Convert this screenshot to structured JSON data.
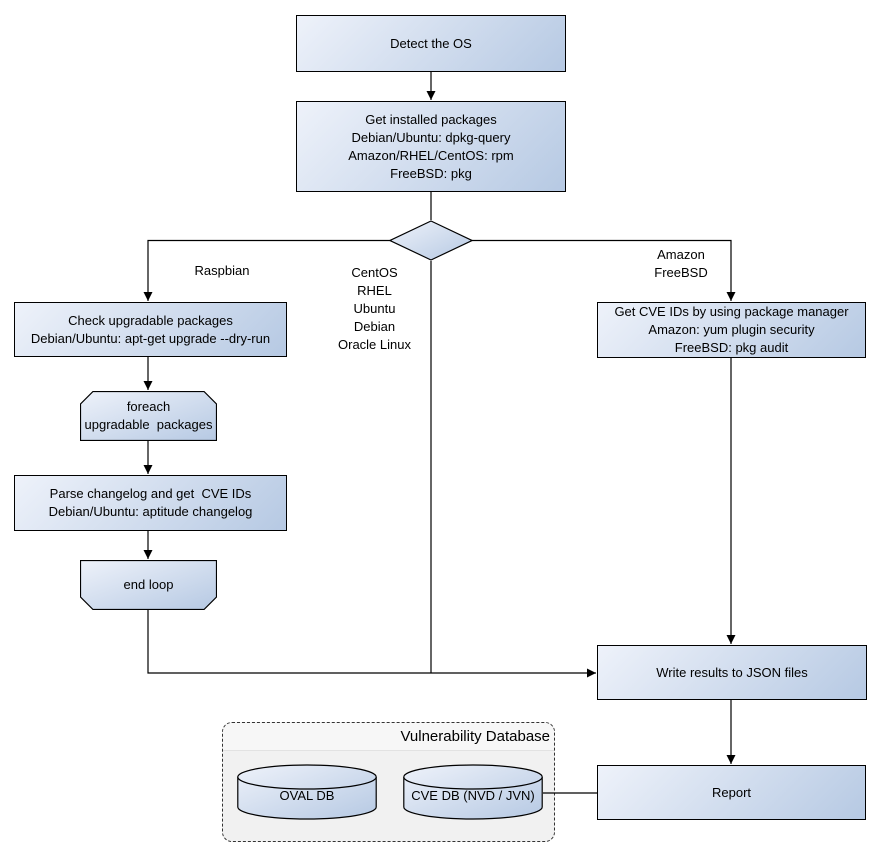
{
  "colors": {
    "node_fill_light": "#eef2fa",
    "node_fill_dark": "#b6c9e3",
    "node_border": "#000000",
    "connector": "#000000",
    "container_fill": "#f1f1f1",
    "container_title_fill": "#f7f7f7",
    "text": "#000000"
  },
  "nodes": {
    "detect_os": {
      "label": "Detect the OS"
    },
    "get_installed_packages": {
      "label": "Get installed packages\nDebian/Ubuntu: dpkg-query\nAmazon/RHEL/CentOS: rpm\nFreeBSD: pkg"
    },
    "check_upgradable_packages": {
      "label": "Check upgradable packages\nDebian/Ubuntu: apt-get upgrade --dry-run"
    },
    "foreach_loop_start": {
      "label": "foreach\nupgradable  packages"
    },
    "parse_changelog": {
      "label": "Parse changelog and get  CVE IDs\nDebian/Ubuntu: aptitude changelog"
    },
    "end_loop": {
      "label": "end loop"
    },
    "get_cve_ids": {
      "label": "Get CVE IDs by using package manager\nAmazon: yum plugin security\nFreeBSD: pkg audit"
    },
    "write_results": {
      "label": "Write results to JSON files"
    },
    "report": {
      "label": "Report"
    },
    "vulnerability_database": {
      "title": "Vulnerability Database"
    },
    "oval_db": {
      "label": "OVAL DB"
    },
    "cve_db": {
      "label": "CVE DB (NVD / JVN)"
    }
  },
  "branch_labels": {
    "raspbian": "Raspbian",
    "linux_family": "CentOS\nRHEL\nUbuntu\nDebian\nOracle Linux",
    "amazon_freebsd": "Amazon\nFreeBSD"
  }
}
